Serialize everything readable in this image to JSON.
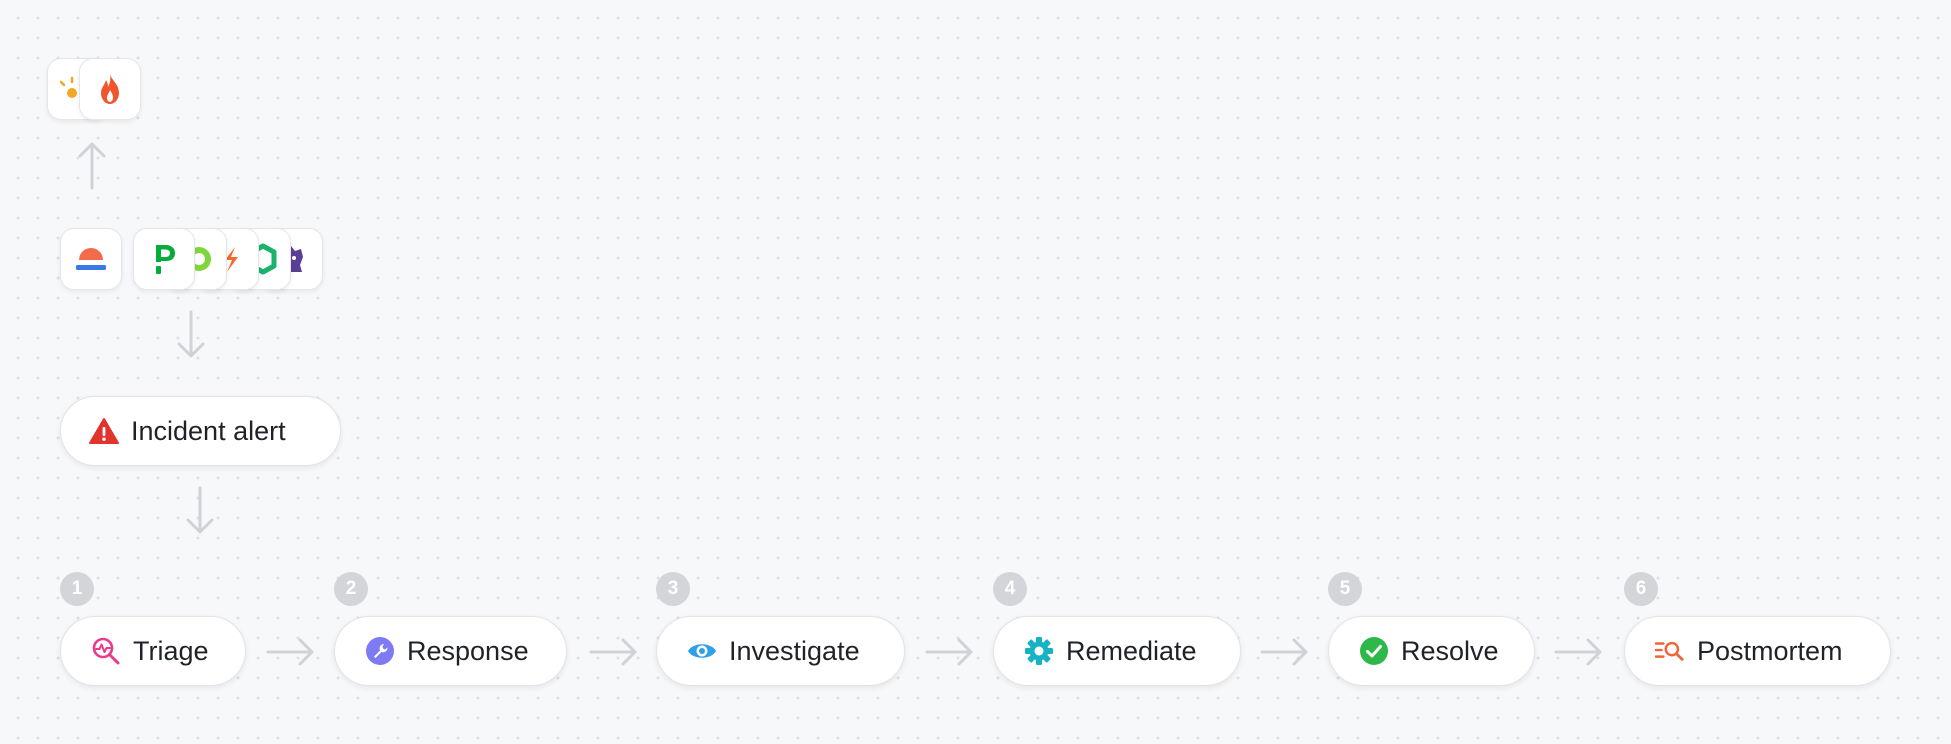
{
  "top_tools": [
    {
      "name": "sun-logo-icon"
    },
    {
      "name": "fire-logo-icon"
    }
  ],
  "alert_sources": [
    {
      "name": "monitor-dome-logo-icon"
    },
    {
      "name": "pagerduty-logo-icon"
    },
    {
      "name": "green-ring-logo-icon"
    },
    {
      "name": "orange-bolt-logo-icon"
    },
    {
      "name": "green-hexagon-logo-icon"
    },
    {
      "name": "purple-dog-logo-icon"
    }
  ],
  "alert": {
    "label": "Incident alert",
    "icon": "warning-triangle-icon",
    "color": "#e0342c"
  },
  "steps": [
    {
      "number": "1",
      "label": "Triage",
      "icon": "triage-search-icon",
      "color": "#e93a8a"
    },
    {
      "number": "2",
      "label": "Response",
      "icon": "wrench-icon",
      "color": "#7e7af3"
    },
    {
      "number": "3",
      "label": "Investigate",
      "icon": "eye-icon",
      "color": "#2f9fe8"
    },
    {
      "number": "4",
      "label": "Remediate",
      "icon": "gear-icon",
      "color": "#16b3c6"
    },
    {
      "number": "5",
      "label": "Resolve",
      "icon": "check-circle-icon",
      "color": "#2fb84a"
    },
    {
      "number": "6",
      "label": "Postmortem",
      "icon": "list-search-icon",
      "color": "#f0643a"
    }
  ],
  "colors": {
    "arrow": "#cfd2d6",
    "number_badge": "#d3d5d9"
  }
}
